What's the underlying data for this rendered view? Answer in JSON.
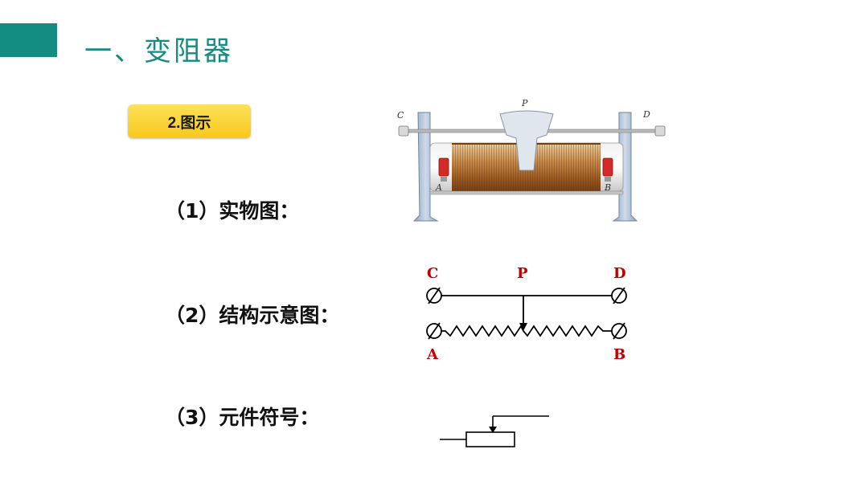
{
  "header": {
    "title": "一、变阻器",
    "accent_color": "#138c81"
  },
  "badge": {
    "label": "2.图示",
    "color": "#f9d233"
  },
  "items": [
    {
      "label": "（1）实物图："
    },
    {
      "label": "（2）结构示意图："
    },
    {
      "label": "（3）元件符号："
    }
  ],
  "photo_labels": {
    "c": "C",
    "d": "D",
    "p": "P",
    "a": "A",
    "b": "B"
  },
  "diagram_labels": {
    "c": "C",
    "p": "P",
    "d": "D",
    "a": "A",
    "b": "B",
    "color": "#c00000"
  }
}
